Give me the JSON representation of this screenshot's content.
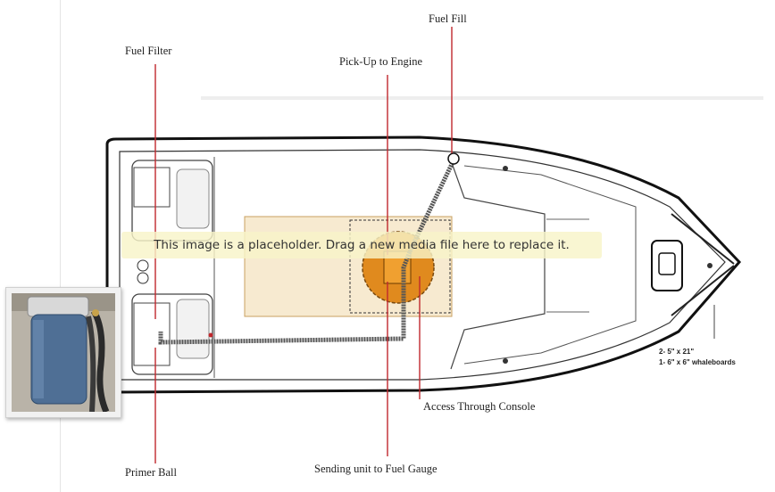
{
  "labels": {
    "fuel_filter": "Fuel Filter",
    "fuel_fill": "Fuel Fill",
    "pickup": "Pick-Up to Engine",
    "access": "Access Through Console",
    "primer": "Primer Ball",
    "sending": "Sending unit to Fuel Gauge"
  },
  "placeholder_text": "This image is a placeholder. Drag a new media file here to replace it.",
  "whaleboards": {
    "line1": "2- 5\" x 21\"",
    "line2": "1- 6\" x 6\" whaleboards"
  },
  "colors": {
    "pointer_line": "#c0282d",
    "fuel_hose": "#555555",
    "tank_orange": "#e08a1e",
    "tank_area": "#f7ead0"
  }
}
